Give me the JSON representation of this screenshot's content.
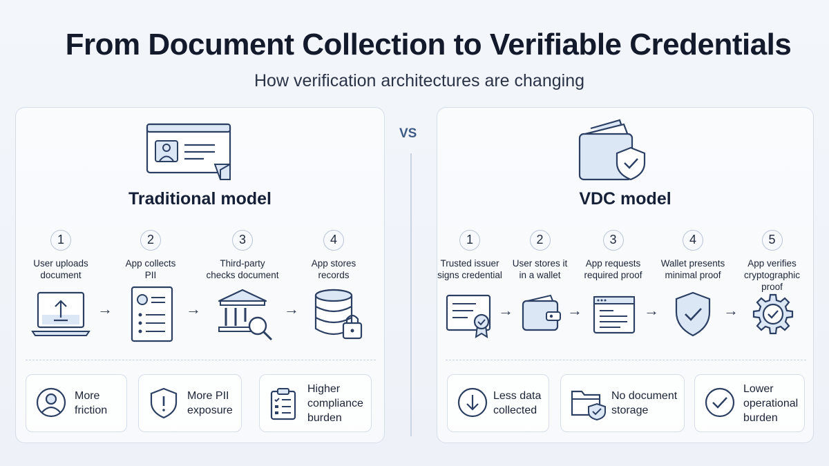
{
  "title": "From Document Collection to Verifiable Credentials",
  "subtitle": "How verification architectures are changing",
  "vs": "VS",
  "traditional": {
    "title": "Traditional model",
    "steps": [
      {
        "num": "1",
        "label": "User uploads\ndocument",
        "icon": "laptop-upload-icon"
      },
      {
        "num": "2",
        "label": "App collects\nPII",
        "icon": "pii-form-icon"
      },
      {
        "num": "3",
        "label": "Third-party\nchecks document",
        "icon": "bank-search-icon"
      },
      {
        "num": "4",
        "label": "App stores\nrecords",
        "icon": "database-lock-icon"
      }
    ],
    "outcomes": [
      {
        "text": "More\nfriction",
        "icon": "user-circle-icon"
      },
      {
        "text": "More PII\nexposure",
        "icon": "shield-alert-icon"
      },
      {
        "text": "Higher\ncompliance\nburden",
        "icon": "clipboard-checklist-icon"
      }
    ]
  },
  "vdc": {
    "title": "VDC model",
    "steps": [
      {
        "num": "1",
        "label": "Trusted issuer\nsigns credential",
        "icon": "certificate-icon"
      },
      {
        "num": "2",
        "label": "User stores it\nin a wallet",
        "icon": "wallet-icon"
      },
      {
        "num": "3",
        "label": "App requests\nrequired proof",
        "icon": "browser-window-icon"
      },
      {
        "num": "4",
        "label": "Wallet presents\nminimal proof",
        "icon": "shield-check-icon"
      },
      {
        "num": "5",
        "label": "App verifies\ncryptographic\nproof",
        "icon": "gear-check-icon"
      }
    ],
    "outcomes": [
      {
        "text": "Less data\ncollected",
        "icon": "download-circle-icon"
      },
      {
        "text": "No document\nstorage",
        "icon": "folder-shield-icon"
      },
      {
        "text": "Lower\noperational\nburden",
        "icon": "check-circle-icon"
      }
    ]
  },
  "colors": {
    "icon_stroke": "#2b3f63",
    "icon_fill": "#dce7f6",
    "accent": "#3e5b86"
  }
}
